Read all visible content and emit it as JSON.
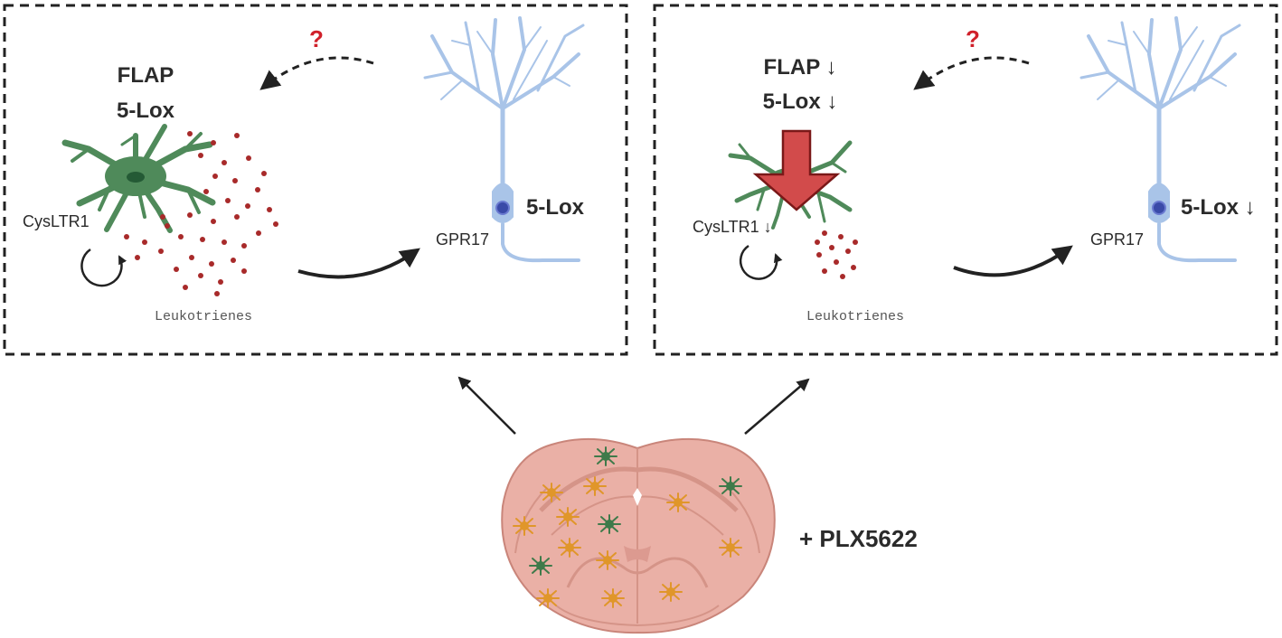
{
  "left_panel": {
    "question_mark": "?",
    "flap_label": "FLAP",
    "lox_label": "5-Lox",
    "neuron_lox_label": "5-Lox",
    "receptor_label": "GPR17",
    "cyslt_label": "CysLTR1",
    "leukotrienes_label": "Leukotrienes"
  },
  "right_panel": {
    "question_mark": "?",
    "flap_label": "FLAP ↓",
    "lox_label": "5-Lox ↓",
    "neuron_lox_label": "5-Lox ↓",
    "receptor_label": "GPR17",
    "cyslt_label": "CysLTR1 ↓",
    "leukotrienes_label": "Leukotrienes"
  },
  "treatment_label": "+ PLX5622",
  "colors": {
    "microglia": "#4f8a5a",
    "microglia_orange": "#e0962a",
    "neuron": "#a9c4e8",
    "neuron_nucleus": "#3a4aa8",
    "leukotriene_dot": "#a82a2a",
    "down_arrow": "#d24b4b",
    "brain": "#eab0a6",
    "question": "#d0202a"
  }
}
